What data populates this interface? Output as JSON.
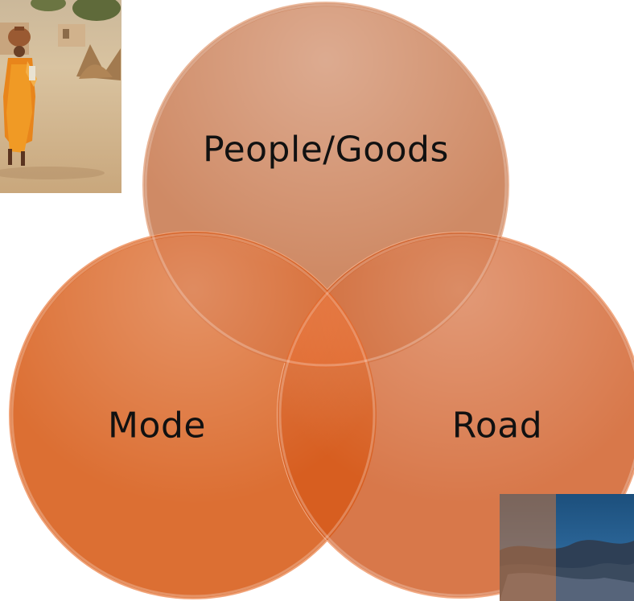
{
  "diagram": {
    "circles": [
      {
        "label": "People/Goods",
        "color": "#cf8a65"
      },
      {
        "label": "Mode",
        "color": "#dc6f33"
      },
      {
        "label": "Road",
        "color": "#d8784a"
      }
    ],
    "overlap_color": "#d35d1f",
    "center_color": "#de5a18"
  },
  "photos": {
    "top_left": "photo of a woman in an orange sari carrying a water pot across a desert village",
    "bottom_right": "photo of a dusky blue sky with clouds"
  }
}
